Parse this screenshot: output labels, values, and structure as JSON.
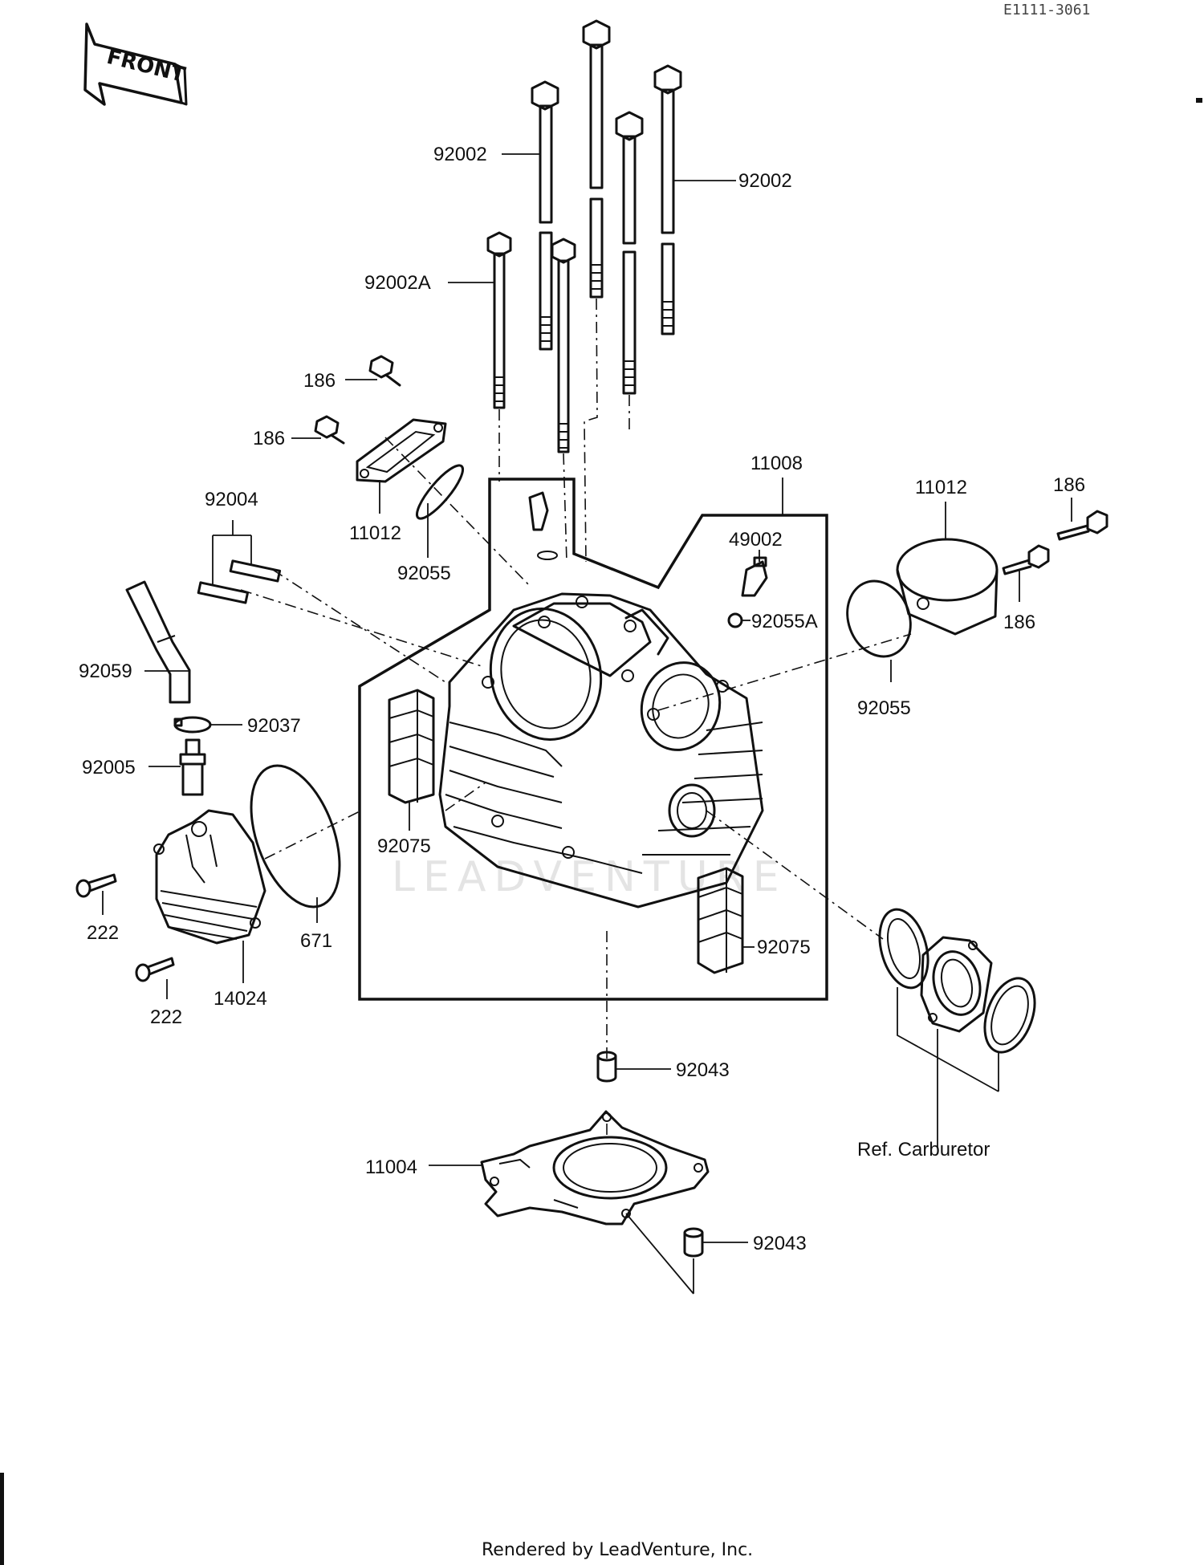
{
  "diagram_code": "E1111-3061",
  "front_badge": "FRONT",
  "watermark": "LEADVENTURE",
  "footer": "Rendered by LeadVenture, Inc.",
  "labels": {
    "bolt_left": "92002",
    "bolt_right": "92002",
    "bolt_a": "92002A",
    "bolt_186_a": "186",
    "bolt_186_b": "186",
    "bolt_186_c": "186",
    "bolt_186_d": "186",
    "cover_11012_left": "11012",
    "cover_11012_right": "11012",
    "oring_92055_left": "92055",
    "oring_92055_right": "92055",
    "stud_92004": "92004",
    "head_11008": "11008",
    "plug_49002": "49002",
    "washer_92055a": "92055A",
    "hose_92059": "92059",
    "clamp_92037": "92037",
    "fitting_92005": "92005",
    "damper_92075_left": "92075",
    "damper_92075_right": "92075",
    "screw_222_a": "222",
    "screw_222_b": "222",
    "oring_671": "671",
    "cover_14024": "14024",
    "dowel_92043_top": "92043",
    "gasket_11004": "11004",
    "dowel_92043_bottom": "92043",
    "ref_carburetor": "Ref. Carburetor"
  }
}
